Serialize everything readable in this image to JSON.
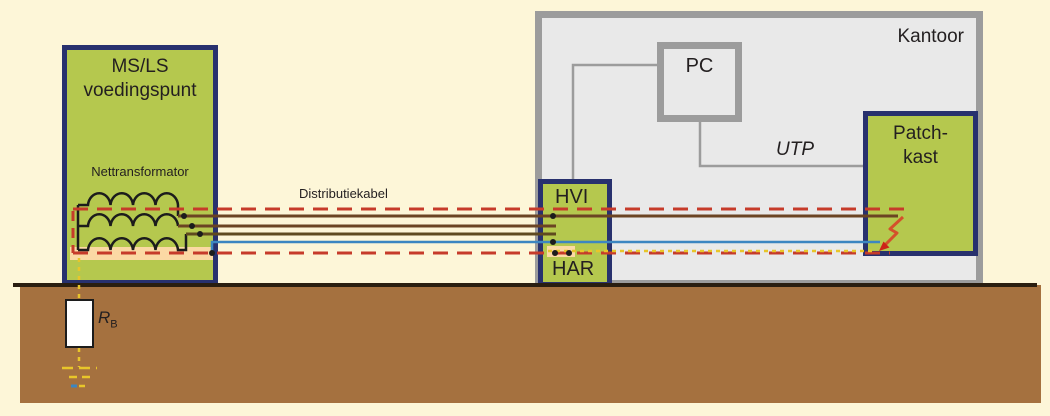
{
  "boxes": {
    "supply": {
      "title_line1": "MS/LS",
      "title_line2": "voedingspunt",
      "transformer_label": "Nettransformator"
    },
    "office": {
      "label": "Kantoor"
    },
    "pc": {
      "label": "PC"
    },
    "patch_cabinet": {
      "label_line1": "Patch-",
      "label_line2": "kast"
    },
    "hvi_har": {
      "top_label": "HVI",
      "bottom_label": "HAR"
    }
  },
  "labels": {
    "distribution_cable": "Distributiekabel",
    "utp": "UTP",
    "earth_resistance": "R",
    "earth_resistance_subscript": "B"
  },
  "colors": {
    "background": "#fdf6d8",
    "green_fill": "#b5c84e",
    "navy_border": "#28316e",
    "office_fill": "#e9e9e9",
    "office_border": "#9c9c9c",
    "ground": "#a5713f",
    "ground_line": "#2a1e10",
    "red_dashed": "#c63b2a",
    "phase_line_brown": "#6b4423",
    "phase_line_olive": "#5f4a1f",
    "neutral_blue": "#3c86c1",
    "earth_yellow": "#e8c62a",
    "peach_highlight": "#fbd9a4",
    "lightning": "#d4512b",
    "connector_gray": "#9c9c9c",
    "wire_black": "#1c1c1c"
  }
}
